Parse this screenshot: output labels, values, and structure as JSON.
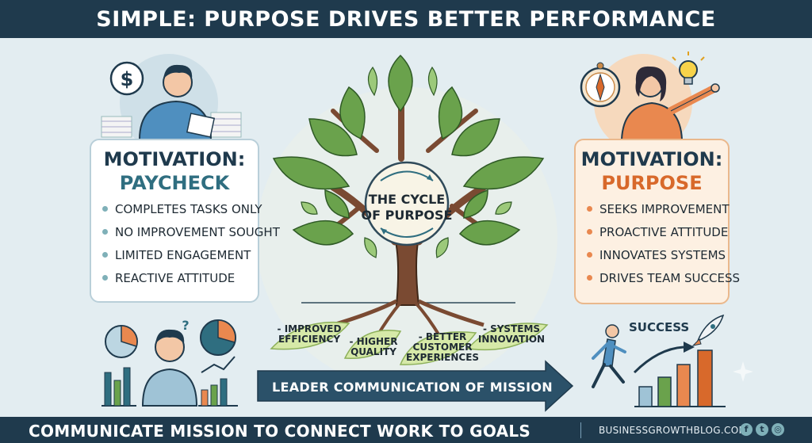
{
  "header": {
    "title": "SIMPLE: PURPOSE DRIVES BETTER PERFORMANCE"
  },
  "left_card": {
    "title_line1": "MOTIVATION:",
    "title_line2": "PAYCHECK",
    "items": [
      "COMPLETES TASKS ONLY",
      "NO IMPROVEMENT SOUGHT",
      "LIMITED ENGAGEMENT",
      "REACTIVE ATTITUDE"
    ]
  },
  "right_card": {
    "title_line1": "MOTIVATION:",
    "title_line2": "PURPOSE",
    "items": [
      "SEEKS IMPROVEMENT",
      "PROACTIVE ATTITUDE",
      "INNOVATES SYSTEMS",
      "DRIVES TEAM SUCCESS"
    ]
  },
  "tree": {
    "center_line1": "THE CYCLE",
    "center_line2": "OF PURPOSE",
    "outcomes": [
      {
        "line1": "- IMPROVED",
        "line2": "EFFICIENCY",
        "line3": ""
      },
      {
        "line1": "- HIGHER",
        "line2": "QUALITY",
        "line3": ""
      },
      {
        "line1": "- BETTER",
        "line2": "CUSTOMER",
        "line3": "EXPERIENCES"
      },
      {
        "line1": "- SYSTEMS",
        "line2": "INNOVATION",
        "line3": ""
      }
    ]
  },
  "arrow": {
    "label": "LEADER COMMUNICATION OF MISSION"
  },
  "success": {
    "label": "SUCCESS"
  },
  "footer": {
    "tagline": "COMMUNICATE MISSION TO CONNECT WORK TO GOALS",
    "url": "BUSINESSGROWTHBLOG.COM",
    "social_icons": [
      "facebook-icon",
      "twitter-icon",
      "instagram-icon"
    ]
  },
  "icons": [
    "dollar-icon",
    "compass-icon",
    "lightbulb-icon",
    "rocket-icon",
    "question-mark-icon",
    "pie-chart-icon",
    "bar-chart-icon"
  ],
  "colors": {
    "navy": "#1f3a4d",
    "teal_accent": "#2f6e80",
    "orange_accent": "#d8692b",
    "leaf_green": "#6aa24c",
    "trunk_brown": "#7a4a32"
  }
}
